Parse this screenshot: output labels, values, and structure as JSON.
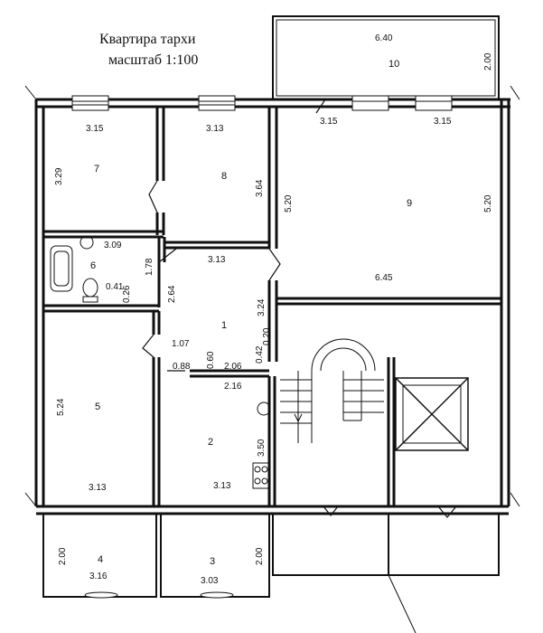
{
  "title": {
    "line1": "Квартира тархи",
    "line2": "масштаб 1:100"
  },
  "rooms": [
    {
      "number": "1"
    },
    {
      "number": "2"
    },
    {
      "number": "3"
    },
    {
      "number": "4"
    },
    {
      "number": "5"
    },
    {
      "number": "6"
    },
    {
      "number": "7"
    },
    {
      "number": "8"
    },
    {
      "number": "9"
    },
    {
      "number": "10"
    }
  ],
  "dimensions": {
    "room10_width": "6.40",
    "room10_depth": "2.00",
    "room9_width_left": "3.15",
    "room9_width_right": "3.15",
    "room9_height_left": "5.20",
    "room9_height_right": "5.20",
    "room9_bottom": "6.45",
    "room7_width": "3.15",
    "room7_height": "3.29",
    "room8_width": "3.13",
    "room8_height": "3.64",
    "room6_width": "3.09",
    "room6_height": "1.78",
    "room6_small_a": "0.41",
    "room6_small_b": "0.26",
    "hall_width": "3.13",
    "hall_left": "2.64",
    "hall_right": "3.24",
    "hall_small": "0.20",
    "hall_a": "1.07",
    "hall_b": "0.88",
    "hall_c": "0.60",
    "hall_d": "2.06",
    "hall_e": "0.42",
    "room2_top": "2.16",
    "room2_height": "3.50",
    "room2_bottom": "3.13",
    "room5_height": "5.24",
    "room5_bottom": "3.13",
    "room4_height": "2.00",
    "room4_width": "3.16",
    "room3_height": "2.00",
    "room3_width": "3.03"
  }
}
